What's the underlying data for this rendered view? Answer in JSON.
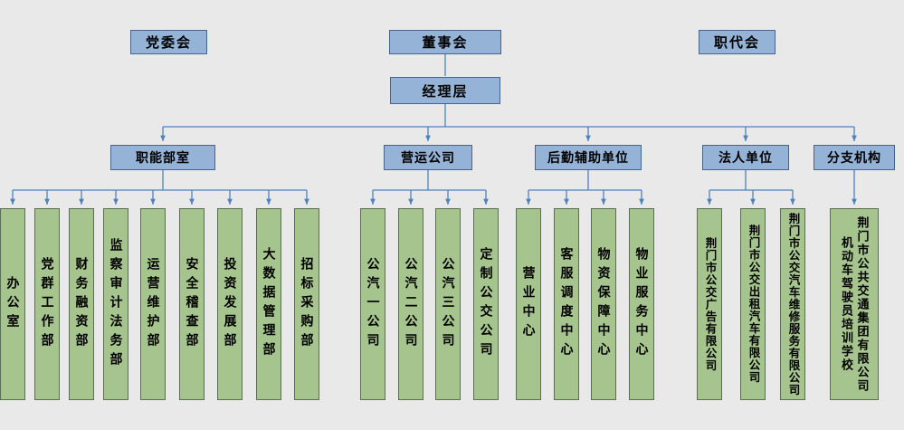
{
  "org": {
    "top": [
      {
        "label": "党委会"
      },
      {
        "label": "董事会"
      },
      {
        "label": "职代会"
      }
    ],
    "management": {
      "label": "经理层"
    },
    "groups": [
      {
        "label": "职能部室",
        "items": [
          {
            "label": "办公室"
          },
          {
            "label": "党群工作部"
          },
          {
            "label": "财务融资部"
          },
          {
            "label": "监察审计法务部"
          },
          {
            "label": "运营维护部"
          },
          {
            "label": "安全稽查部"
          },
          {
            "label": "投资发展部"
          },
          {
            "label": "大数据管理部"
          },
          {
            "label": "招标采购部"
          }
        ]
      },
      {
        "label": "营运公司",
        "items": [
          {
            "label": "公汽一公司"
          },
          {
            "label": "公汽二公司"
          },
          {
            "label": "公汽三公司"
          },
          {
            "label": "定制公交公司"
          }
        ]
      },
      {
        "label": "后勤辅助单位",
        "items": [
          {
            "label": "营业中心"
          },
          {
            "label": "客服调度中心"
          },
          {
            "label": "物资保障中心"
          },
          {
            "label": "物业服务中心"
          }
        ]
      },
      {
        "label": "法人单位",
        "items": [
          {
            "label": "荆门市公交广告有限公司"
          },
          {
            "label": "荆门市公交出租汽车有限公司"
          },
          {
            "label": "荆门市公交汽车维修服务有限公司"
          }
        ]
      },
      {
        "label": "分支机构",
        "items": [
          {
            "label": "荆门市公共交通集团有限公司\n机动车驾驶员培训学校"
          }
        ]
      }
    ],
    "colors": {
      "box_blue": "#95b3d7",
      "box_green": "#a6c48e",
      "line_blue": "#4f81bd",
      "background": "#e9e9e9"
    }
  }
}
